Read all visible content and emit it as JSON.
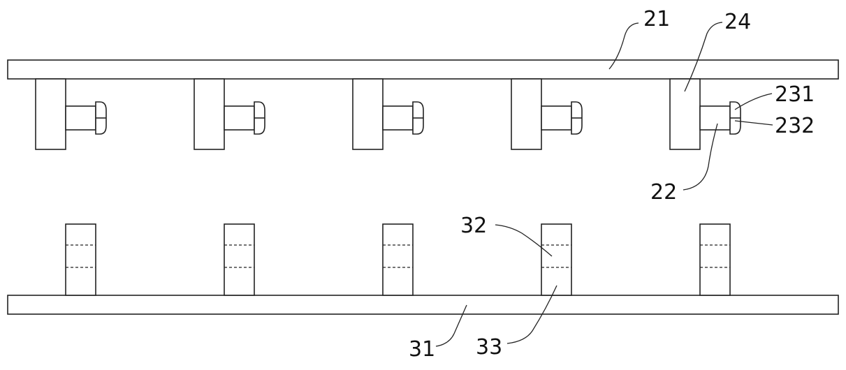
{
  "figure": {
    "callouts": {
      "top_plate": "21",
      "block": "24",
      "head_upper": "231",
      "head_lower": "232",
      "shaft": "22",
      "socket": "32",
      "bottom_plate": "31",
      "hole": "33"
    },
    "counts": {
      "upper_fasteners": 5,
      "lower_sockets": 5
    }
  }
}
